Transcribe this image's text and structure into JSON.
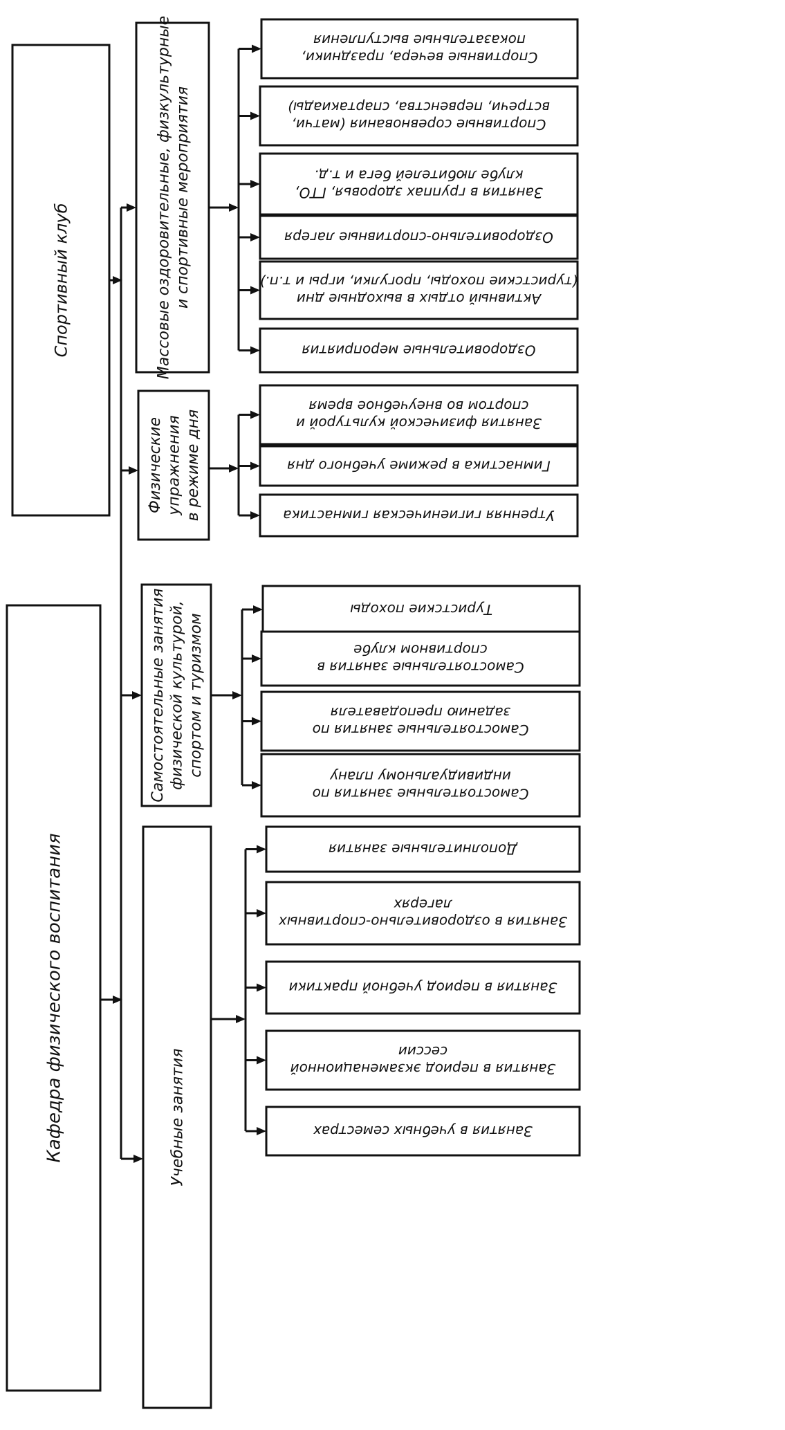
{
  "roots": [
    {
      "id": "club",
      "label": "Спортивный клуб"
    },
    {
      "id": "dept",
      "label": "Кафедра физического воспитания"
    }
  ],
  "categories": [
    {
      "id": "mass",
      "lines": [
        "Массовые оздоровительные, физкультурные",
        "и спортивные мероприятия"
      ]
    },
    {
      "id": "daily",
      "lines": [
        "Физические",
        "упражнения",
        "в режиме дня"
      ]
    },
    {
      "id": "self",
      "lines": [
        "Самостоятельные занятия",
        "физической культурой,",
        "спортом и туризмом"
      ]
    },
    {
      "id": "study",
      "lines": [
        "Учебные занятия"
      ]
    }
  ],
  "items": [
    {
      "id": "evenings",
      "lines": [
        "Спортивные вечера, праздники,",
        "показательные выступления"
      ]
    },
    {
      "id": "competitions",
      "lines": [
        "Спортивные соревнования (матчи,",
        "встречи, первенства, спартакиады)"
      ]
    },
    {
      "id": "health-groups",
      "lines": [
        "Занятия в группах здоровья, ГТО,",
        "клубе любителей бега и т.д."
      ]
    },
    {
      "id": "camps",
      "lines": [
        "Оздоровительно-спортивные лагеря"
      ]
    },
    {
      "id": "weekend",
      "lines": [
        "Активный отдых в выходные дни",
        "(туристские походы, прогулки, игры и т.п.)"
      ]
    },
    {
      "id": "health-events",
      "lines": [
        "Оздоровительные мероприятия"
      ]
    },
    {
      "id": "after-school",
      "lines": [
        "Занятия физической культурой и",
        "спортом во внеучебное время"
      ]
    },
    {
      "id": "gymnastics-day",
      "lines": [
        "Гимнастика в режиме учебного дня"
      ]
    },
    {
      "id": "morning",
      "lines": [
        "Утренняя гигиеническая гимнастика"
      ]
    },
    {
      "id": "hiking",
      "lines": [
        "Туристские походы"
      ]
    },
    {
      "id": "self-club",
      "lines": [
        "Самостоятельные занятия в",
        "спортивном клубе"
      ]
    },
    {
      "id": "self-teacher",
      "lines": [
        "Самостоятельные занятия по",
        "заданию преподавателя"
      ]
    },
    {
      "id": "self-plan",
      "lines": [
        "Самостоятельные занятия по",
        "индивидуальному плану"
      ]
    },
    {
      "id": "extra",
      "lines": [
        "Дополнительные занятия"
      ]
    },
    {
      "id": "camp-classes",
      "lines": [
        "Занятия в оздоровительно-спортивных",
        "лагерях"
      ]
    },
    {
      "id": "practice",
      "lines": [
        "Занятия в период учебной практики"
      ]
    },
    {
      "id": "exam",
      "lines": [
        "Занятия в период экзаменационной",
        "сессии"
      ]
    },
    {
      "id": "semesters",
      "lines": [
        "Занятия в учебных семестрах"
      ]
    }
  ],
  "connections": [
    {
      "from": "club",
      "to": [
        "mass",
        "daily",
        "self",
        "study"
      ]
    },
    {
      "from": "dept",
      "to": [
        "mass",
        "daily",
        "self",
        "study"
      ]
    },
    {
      "from": "mass",
      "to": [
        "evenings",
        "competitions",
        "health-groups",
        "camps",
        "weekend",
        "health-events"
      ]
    },
    {
      "from": "daily",
      "to": [
        "after-school",
        "gymnastics-day",
        "morning"
      ]
    },
    {
      "from": "self",
      "to": [
        "hiking",
        "self-club",
        "self-teacher",
        "self-plan"
      ]
    },
    {
      "from": "study",
      "to": [
        "extra",
        "camp-classes",
        "practice",
        "exam",
        "semesters"
      ]
    }
  ]
}
